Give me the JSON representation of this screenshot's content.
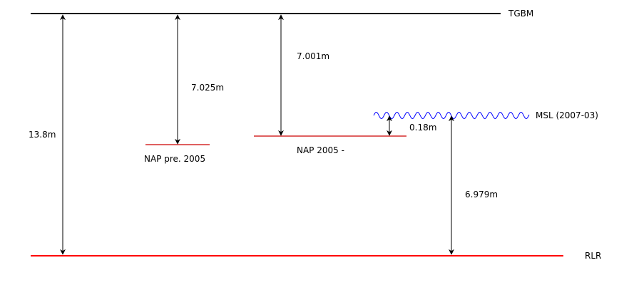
{
  "labels": {
    "tgbm": "TGBM",
    "rlr": "RLR",
    "msl": "MSL (2007-03)",
    "nap_pre": "NAP pre. 2005",
    "nap_post": "NAP  2005 -"
  },
  "measurements": {
    "total": "13.8m",
    "nap_pre_depth": "7.025m",
    "nap_post_depth": "7.001m",
    "msl_offset": "0.18m",
    "msl_height": "6.979m"
  },
  "colors": {
    "tgbm_line": "#000000",
    "rlr_line": "#ff0000",
    "nap_line": "#cc0000",
    "msl_wave": "#0000ff",
    "arrow": "#000000"
  }
}
